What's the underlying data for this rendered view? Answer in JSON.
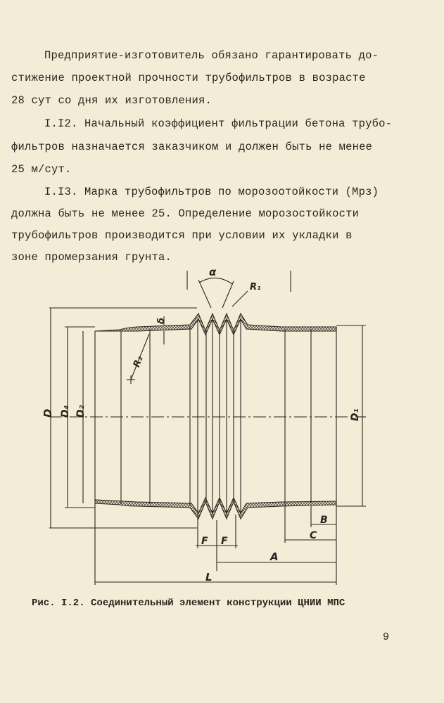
{
  "text": {
    "p1": [
      "Предприятие-изготовитель обязано гарантировать до-",
      "стижение проектной прочности трубофильтров в возрасте",
      "28 сут со дня их изготовления."
    ],
    "p2": [
      "I.I2. Начальный коэффициент фильтрации бетона трубо-",
      "фильтров назначается заказчиком и должен быть не менее",
      "25 м/сут."
    ],
    "p3": [
      "I.I3. Марка трубофильтров по морозоотойкости (Мрз)",
      "должна быть не менее 25. Определение морозостойкости",
      "трубофильтров производится при условии их укладки в",
      "зоне промерзания грунта."
    ]
  },
  "figure": {
    "labels": {
      "alpha": "α",
      "r1": "R₁",
      "r2": "R₂",
      "delta": "δ",
      "d": "D",
      "d4": "D₄",
      "d2": "D₂",
      "d1": "D₁",
      "f_left": "F",
      "f_right": "F",
      "b": "B",
      "c": "C",
      "a": "A",
      "l": "L"
    },
    "caption": "Рис. I.2. Соединительный элемент конструкции ЦНИИ МПС"
  },
  "page_number": "9"
}
